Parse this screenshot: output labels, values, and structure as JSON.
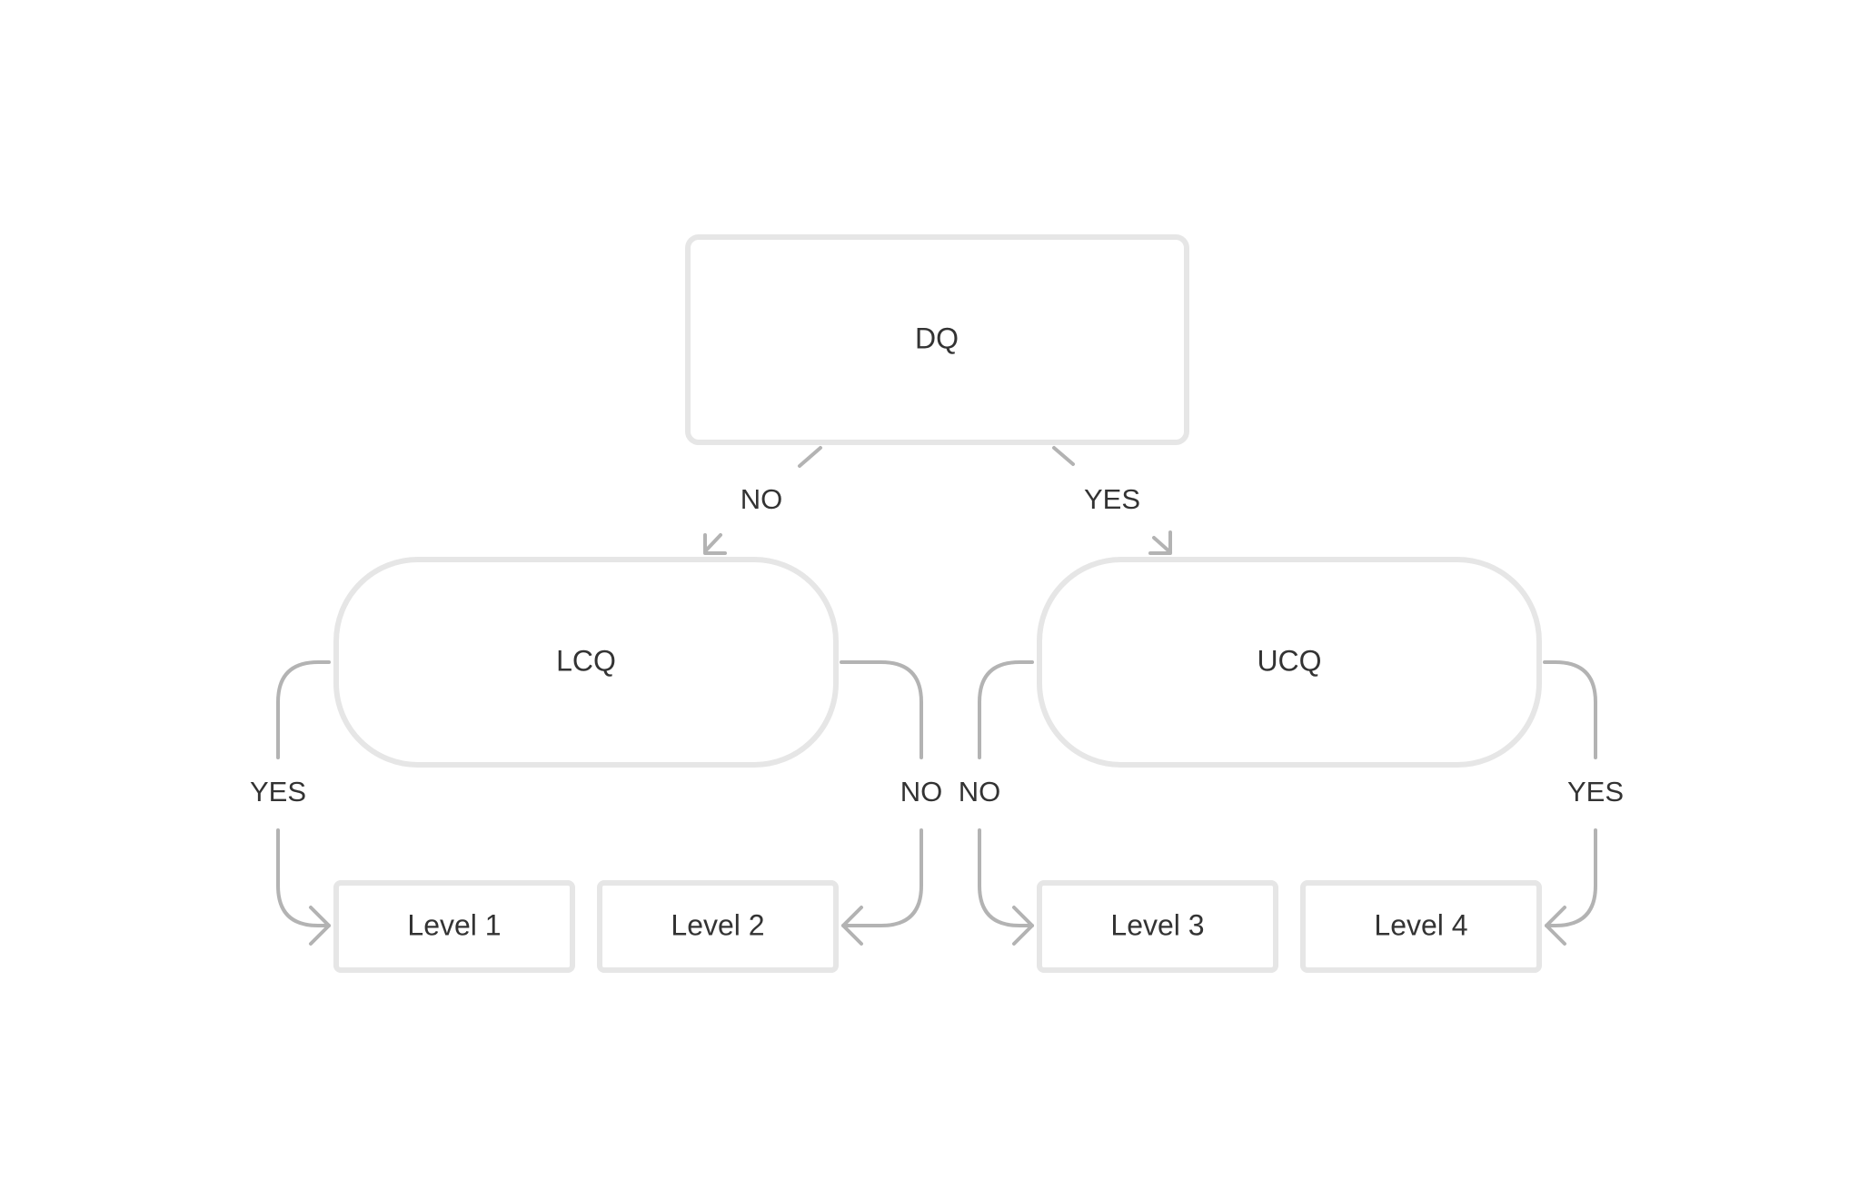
{
  "diagram": {
    "nodes": {
      "dq": {
        "label": "DQ"
      },
      "lcq": {
        "label": "LCQ"
      },
      "ucq": {
        "label": "UCQ"
      },
      "level1": {
        "label": "Level 1"
      },
      "level2": {
        "label": "Level 2"
      },
      "level3": {
        "label": "Level 3"
      },
      "level4": {
        "label": "Level 4"
      }
    },
    "edges": {
      "dq_to_lcq": {
        "label": "NO"
      },
      "dq_to_ucq": {
        "label": "YES"
      },
      "lcq_to_level1": {
        "label": "YES"
      },
      "lcq_to_level2": {
        "label": "NO"
      },
      "ucq_to_level3": {
        "label": "NO"
      },
      "ucq_to_level4": {
        "label": "YES"
      }
    },
    "colors": {
      "box_stroke": "#e6e6e6",
      "connector": "#b3b3b3",
      "text": "#333333",
      "background": "#ffffff"
    }
  }
}
